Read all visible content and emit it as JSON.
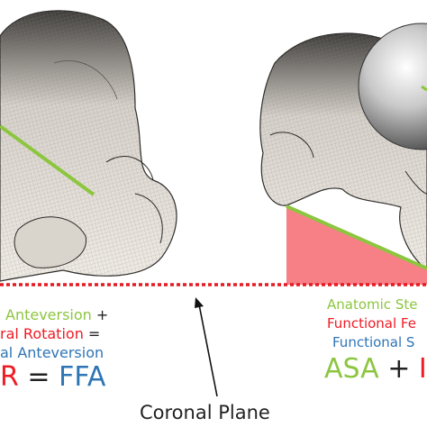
{
  "colors": {
    "green": "#8cc63f",
    "red": "#ee1c24",
    "blue": "#2e75b6",
    "wedge": "#f77f86",
    "bone_light": "#ece8e2",
    "bone_shadow": "#3a3a3a"
  },
  "left_text": {
    "line1_term": "Anteversion",
    "line1_op": "+",
    "line2_term": "ral Rotation",
    "line2_op": "=",
    "line3_term": "al Anteversion",
    "equation": {
      "left": "R",
      "equals": "=",
      "right": "FFA"
    }
  },
  "right_text": {
    "line1": "Anatomic Ste",
    "line2": "Functional Fe",
    "line3": "Functional S",
    "equation": {
      "term": "ASA",
      "plus": "+",
      "tail": "I"
    }
  },
  "plane_label": "Coronal Plane"
}
